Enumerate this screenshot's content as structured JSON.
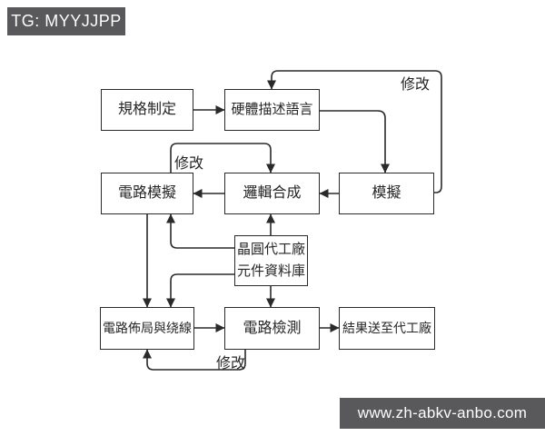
{
  "header": {
    "badge": "TG: MYYJJPP"
  },
  "footer": {
    "url": "www.zh-abkv-anbo.com"
  },
  "colors": {
    "bar_bg": "#59595b",
    "bar_text": "#fdfdfd",
    "line": "#2a2a2a",
    "node_bg": "#ffffff",
    "node_border": "#2a2a2a",
    "text": "#262626",
    "background": "#ffffff"
  },
  "diagram": {
    "type": "flowchart",
    "nodes": {
      "spec": {
        "label": "規格制定"
      },
      "hdl": {
        "label": "硬體描述語言"
      },
      "circuit_sim": {
        "label": "電路模擬"
      },
      "logic_synth": {
        "label": "邏輯合成"
      },
      "sim": {
        "label": "模擬"
      },
      "foundry_db": {
        "line1": "晶圓代工廠",
        "line2": "元件資料庫"
      },
      "layout": {
        "label": "電路佈局與绕線"
      },
      "test": {
        "label": "電路檢測"
      },
      "send": {
        "label": "結果送至代工廠"
      }
    },
    "edge_labels": {
      "modify_top": "修改",
      "modify_mid": "修改",
      "modify_bottom": "修改"
    },
    "edges": [
      {
        "from": "規格制定",
        "to": "硬體描述語言"
      },
      {
        "from": "硬體描述語言",
        "to": "模擬"
      },
      {
        "from": "模擬",
        "to": "邏輯合成"
      },
      {
        "from": "邏輯合成",
        "to": "電路模擬"
      },
      {
        "from": "模擬",
        "to": "硬體描述語言",
        "label": "修改"
      },
      {
        "from": "電路模擬",
        "to": "邏輯合成",
        "label": "修改"
      },
      {
        "from": "晶圓代工廠元件資料庫",
        "to": "邏輯合成"
      },
      {
        "from": "晶圓代工廠元件資料庫",
        "to": "電路模擬"
      },
      {
        "from": "晶圓代工廠元件資料庫",
        "to": "電路佈局與绕線"
      },
      {
        "from": "晶圓代工廠元件資料庫",
        "to": "電路檢測"
      },
      {
        "from": "電路模擬",
        "to": "電路佈局與绕線"
      },
      {
        "from": "電路佈局與绕線",
        "to": "電路檢測"
      },
      {
        "from": "電路檢測",
        "to": "結果送至代工廠"
      },
      {
        "from": "電路檢測",
        "to": "電路佈局與绕線",
        "label": "修改"
      }
    ]
  }
}
